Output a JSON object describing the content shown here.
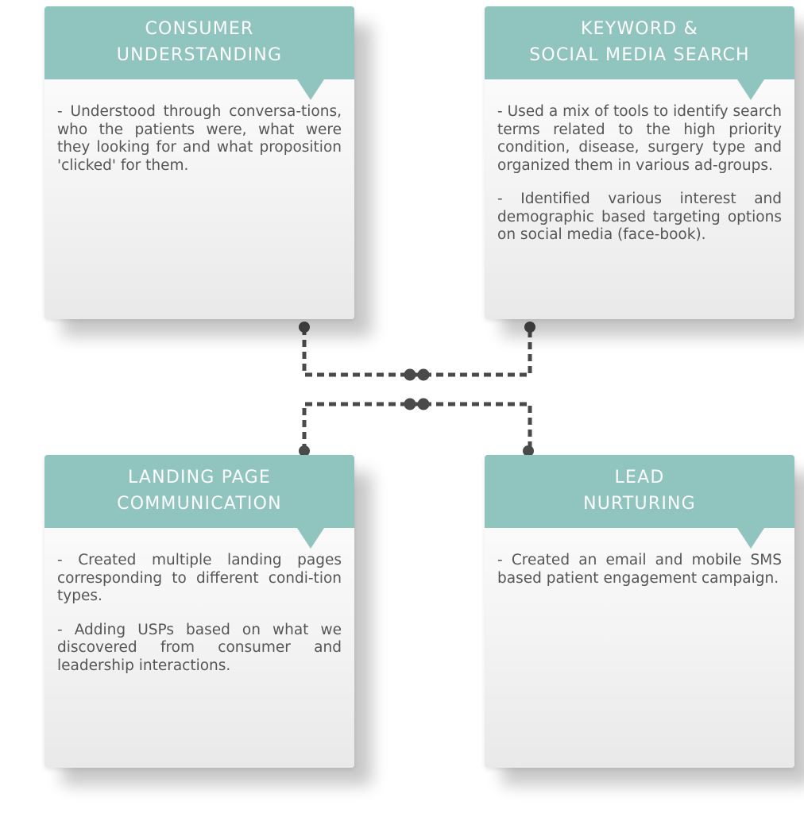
{
  "cards": {
    "consumer": {
      "title_line1": "CONSUMER",
      "title_line2": "UNDERSTANDING",
      "paragraphs": [
        "- Understood through conversa-tions, who the patients were, what were they looking for and what proposition 'clicked' for them."
      ]
    },
    "keyword": {
      "title_line1": "KEYWORD &",
      "title_line2": "SOCIAL MEDIA SEARCH",
      "paragraphs": [
        "- Used a mix of tools to identify search terms related to the high priority condition, disease, surgery type and organized them in various ad-groups.",
        "- Identified various interest and demographic based targeting options on social media (face-book)."
      ]
    },
    "landing": {
      "title_line1": "LANDING PAGE",
      "title_line2": "COMMUNICATION",
      "paragraphs": [
        "- Created multiple landing pages corresponding to different condi-tion types.",
        "- Adding USPs based on what we discovered from consumer and leadership interactions."
      ]
    },
    "lead": {
      "title_line1": "LEAD",
      "title_line2": "NURTURING",
      "paragraphs": [
        "- Created an email and mobile SMS based patient engagement campaign."
      ]
    }
  },
  "colors": {
    "header_teal": "#90c4bf",
    "connector": "#4a4a4a",
    "body_text": "#555555"
  }
}
